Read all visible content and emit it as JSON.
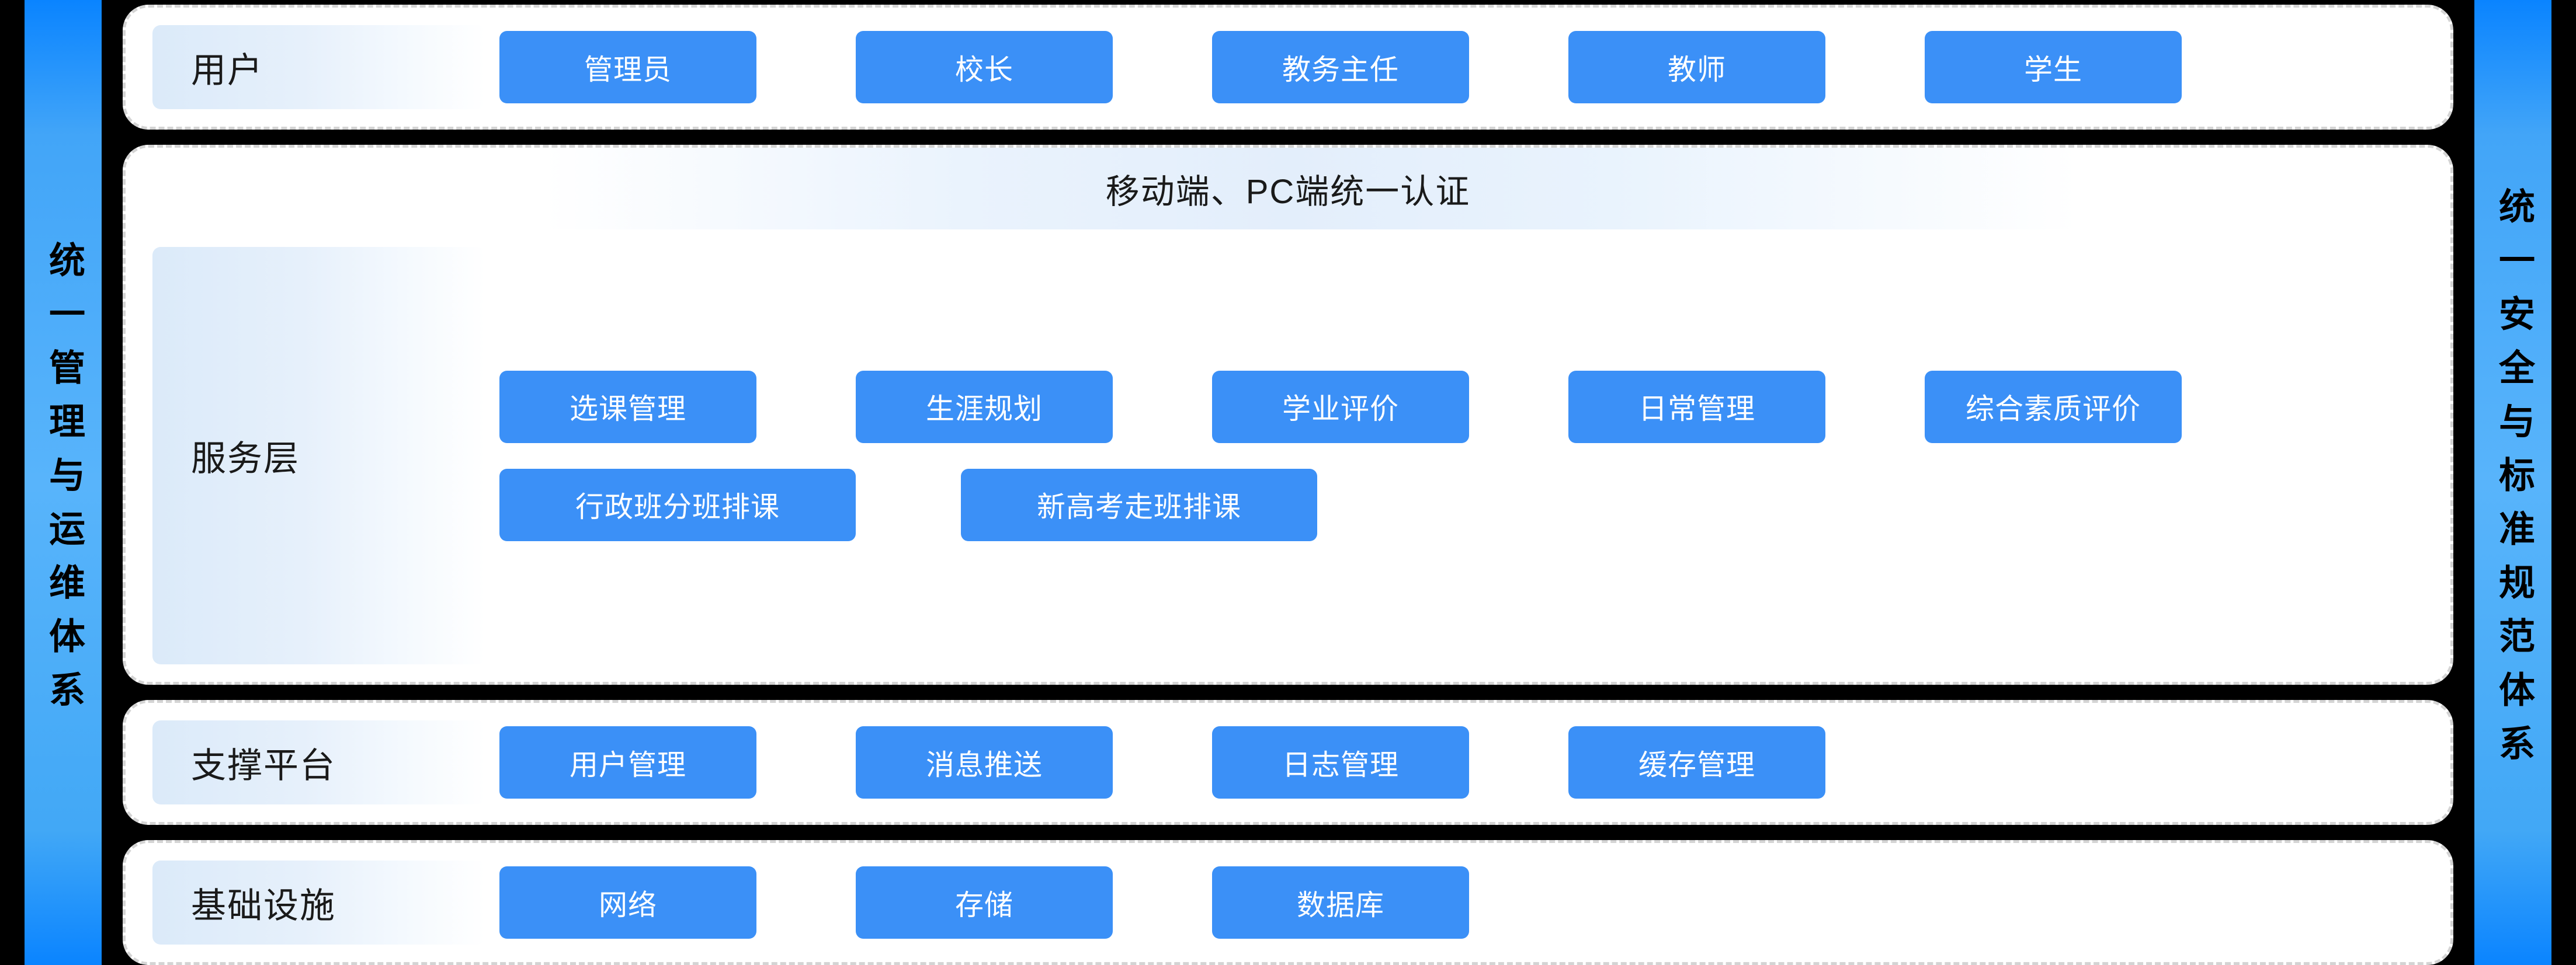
{
  "background_color": "#000000",
  "accent_color": "#3b90f7",
  "rails": {
    "left": {
      "name": "left-rail",
      "text": "统一管理与运维体系"
    },
    "right": {
      "name": "right-rail",
      "text": "统一安全与标准规范体系"
    }
  },
  "layers": [
    {
      "id": "users",
      "label": "用户",
      "banner": null,
      "rows": [
        [
          "管理员",
          "校长",
          "教务主任",
          "教师",
          "学生"
        ]
      ]
    },
    {
      "id": "service",
      "label": "服务层",
      "banner": "移动端、PC端统一认证",
      "rows": [
        [
          "选课管理",
          "生涯规划",
          "学业评价",
          "日常管理",
          "综合素质评价"
        ],
        [
          "行政班分班排课",
          "新高考走班排课"
        ]
      ]
    },
    {
      "id": "support",
      "label": "支撑平台",
      "banner": null,
      "rows": [
        [
          "用户管理",
          "消息推送",
          "日志管理",
          "缓存管理"
        ]
      ]
    },
    {
      "id": "infra",
      "label": "基础设施",
      "banner": null,
      "rows": [
        [
          "网络",
          "存储",
          "数据库"
        ]
      ]
    }
  ]
}
